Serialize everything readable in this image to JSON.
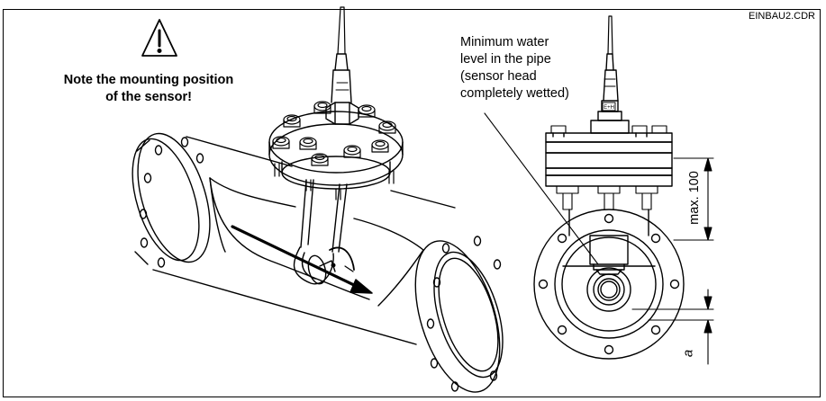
{
  "file_label": "EINBAU2.CDR",
  "note": {
    "line1": "Note the mounting position",
    "line2": "of the sensor!"
  },
  "callout": {
    "line1": "Minimum water",
    "line2": "level in the pipe",
    "line3": "(sensor head",
    "line4": "completely wetted)"
  },
  "dimensions": {
    "max_label": "max. 100",
    "a_label": "a"
  },
  "sensor_badge": "E+H",
  "icons": {
    "warning": "warning-triangle-icon",
    "right_angle": "right-angle-icon"
  }
}
